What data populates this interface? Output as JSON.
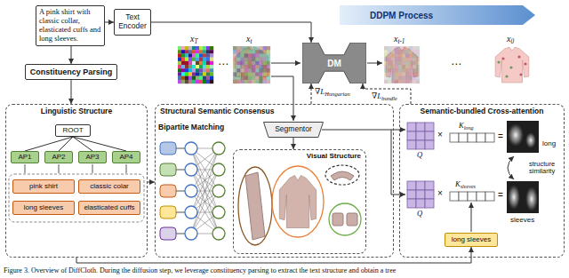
{
  "diagram": {
    "caption": "Figure 3. Overview of DiffCloth. During the diffusion step, we leverage constituency parsing to extract the text structure and obtain a tree",
    "nodes": [
      {
        "text": [
          "A pink shirt with classic collar, elasticated cuffs and long sleeves."
        ]
      },
      {
        "text": [
          "Text Encoder"
        ]
      },
      {
        "text": [
          "DDPM Process"
        ]
      },
      {
        "text": [
          "DM"
        ]
      },
      {
        "text": [
          "Constituency Parsing"
        ]
      },
      {
        "text": [
          "Linguistic Structure"
        ]
      },
      {
        "text": [
          "ROOT"
        ],
        "in": 5
      },
      {
        "text": [
          "AP1"
        ],
        "in": 5
      },
      {
        "text": [
          "AP2"
        ],
        "in": 5
      },
      {
        "text": [
          "AP3"
        ],
        "in": 5
      },
      {
        "text": [
          "AP4"
        ],
        "in": 5
      },
      {
        "text": [
          "pink shirt"
        ],
        "in": 5
      },
      {
        "text": [
          "classic colar"
        ],
        "in": 5
      },
      {
        "text": [
          "long sleeves"
        ],
        "in": 5
      },
      {
        "text": [
          "elasticated cuffs"
        ],
        "in": 5
      },
      {
        "text": [
          "Structural Semantic Consensus"
        ]
      },
      {
        "text": [
          "Segmentor"
        ],
        "in": 15
      },
      {
        "text": [
          "Visual Structure"
        ],
        "in": 15
      },
      {
        "text": [
          "Semantic-bundled Cross-attention"
        ]
      },
      {
        "text": [
          "long sleeves"
        ],
        "in": 18
      }
    ],
    "edges": [
      {
        "from": 0,
        "to": 1,
        "arrow": "to"
      },
      {
        "from": 1,
        "to": 3,
        "arrow": "to"
      },
      {
        "from": 0,
        "to": 4,
        "arrow": "to"
      },
      {
        "from": 4,
        "to": 5,
        "arrow": "to"
      },
      {
        "from": 6,
        "to": 7,
        "arrow": "none"
      },
      {
        "from": 6,
        "to": 8,
        "arrow": "none"
      },
      {
        "from": 6,
        "to": 9,
        "arrow": "none"
      },
      {
        "from": 6,
        "to": 10,
        "arrow": "none"
      },
      {
        "from": 5,
        "to": 15,
        "arrow": "to"
      },
      {
        "from": 16,
        "to": 17,
        "arrow": "to"
      },
      {
        "from": 15,
        "to": 3,
        "label": "∇LHungarian",
        "arrow": "to"
      },
      {
        "from": 18,
        "to": 3,
        "label": "∇Lbundle",
        "arrow": "to"
      },
      {
        "from": 5,
        "to": 19,
        "arrow": "to"
      }
    ],
    "labels": [
      "xT",
      "⋯",
      "xt",
      "xt-1",
      "⋯",
      "x0",
      "Bipartite Matching",
      "Q",
      "×",
      "Klong",
      "=",
      "long",
      "structure similarity",
      "Q",
      "×",
      "Ksleeves",
      "=",
      "sleeves"
    ]
  }
}
